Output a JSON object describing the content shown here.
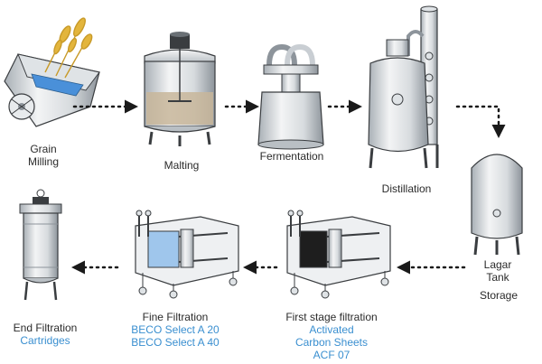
{
  "colors": {
    "arrow": "#1a1a1a",
    "steel_light": "#eef0f2",
    "steel_mid": "#c9ced3",
    "steel_dark": "#8d949b",
    "outline": "#3a3d40",
    "liquid_tan": "#c8b69a",
    "filter_blue": "#9fc6ec",
    "carbon_black": "#1e1e1e",
    "grain_gold": "#e3b53c",
    "water_blue": "#4a90d9",
    "product_blue": "#3a8fd0"
  },
  "steps": {
    "grain_milling": {
      "line1": "Grain",
      "line2": "Milling",
      "icon": "grain-mill-icon"
    },
    "malting": {
      "label": "Malting",
      "icon": "mash-vessel-icon"
    },
    "fermentation": {
      "label": "Fermentation",
      "icon": "fermenter-icon"
    },
    "distillation": {
      "label": "Distillation",
      "icon": "still-icon"
    },
    "lagar_tank": {
      "line1": "Lagar",
      "line2": "Tank",
      "sub": "Storage",
      "icon": "storage-tank-icon"
    },
    "first_stage": {
      "title": "First stage filtration",
      "line1": "Activated",
      "line2": "Carbon Sheets",
      "line3": "ACF 07",
      "icon": "sheet-filter-press-icon"
    },
    "fine_filtration": {
      "title": "Fine Filtration",
      "line1": "BECO Select A 20",
      "line2": "BECO Select A 40",
      "icon": "sheet-filter-press-icon"
    },
    "end_filtration": {
      "line1": "End Filtration",
      "line2": "Cartridges",
      "icon": "cartridge-housing-icon"
    }
  }
}
